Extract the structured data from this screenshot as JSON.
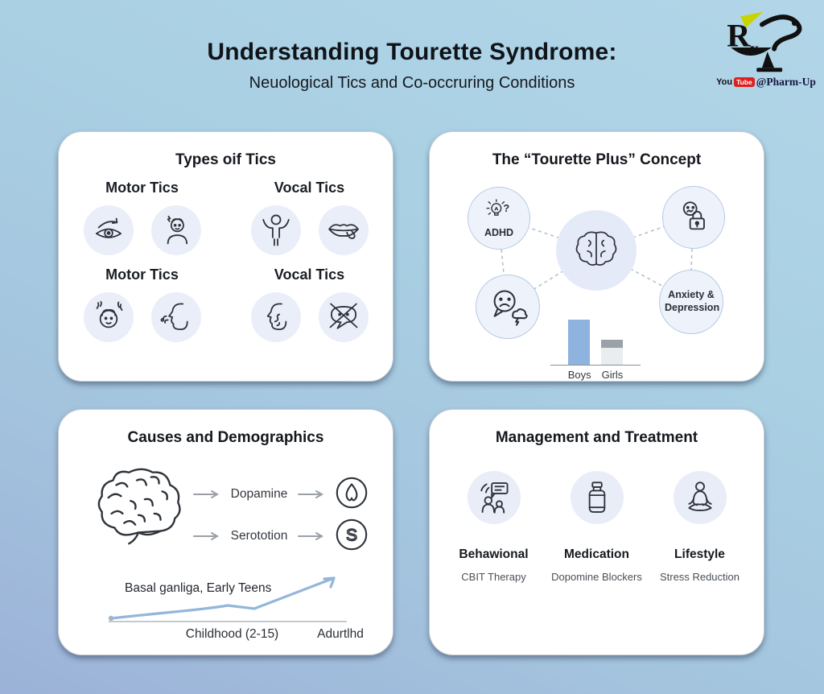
{
  "header": {
    "title": "Understanding Tourette Syndrome:",
    "subtitle": "Neuological Tics and Co-occruring Conditions"
  },
  "logo": {
    "you": "You",
    "tube": "Tube",
    "handle": "@Pharm-Up"
  },
  "panels": {
    "types": {
      "title": "Types oif Tics",
      "row1": {
        "motor_label": "Motor Tics",
        "vocal_label": "Vocal Tics"
      },
      "row2": {
        "motor_label": "Motor Tics",
        "vocal_label": "Vocal Tics"
      },
      "icons": [
        "eye-blink",
        "head-jerk",
        "arms-raised",
        "tongue-out",
        "head-shake",
        "sniffing",
        "throat-sound",
        "no-speech"
      ]
    },
    "plus": {
      "title": "The “Tourette Plus” Concept",
      "adhd_label": "ADHD",
      "question_glyph": "?",
      "anxiety_label": "Anxiety & Depression",
      "chart": {
        "boys_label": "Boys",
        "girls_label": "Girls"
      }
    },
    "causes": {
      "title": "Causes and Demographics",
      "neuro1": "Dopamine",
      "neuro2": "Serototion",
      "s_glyph": "S",
      "annotation": "Basal ganliga, Early Teens",
      "x_label1": "Childhood (2-15)",
      "x_label2": "Adurtlhd"
    },
    "management": {
      "title": "Management and Treatment",
      "items": [
        {
          "label": "Behawional",
          "sub": "CBIT Therapy"
        },
        {
          "label": "Medication",
          "sub": "Dopomine Blockers"
        },
        {
          "label": "Lifestyle",
          "sub": "Stress Reduction"
        }
      ]
    }
  },
  "chart_data": [
    {
      "type": "bar",
      "categories": [
        "Boys",
        "Girls"
      ],
      "values": [
        56,
        31
      ],
      "series_note": "relative prevalence bar heights (px, unlabeled axis)",
      "colors": [
        "#8fb3df",
        "#e9edef"
      ],
      "girls_cap_color": "#9aa1a8",
      "legend_position": "below"
    },
    {
      "type": "line",
      "x": [
        "Childhood (2-15)",
        "Adurtlhd"
      ],
      "points_relative": [
        [
          0.0,
          0.07
        ],
        [
          0.5,
          0.33
        ],
        [
          0.62,
          0.27
        ],
        [
          1.0,
          0.93
        ]
      ],
      "annotation": "Basal ganliga, Early Teens",
      "line_color": "#93b6da",
      "arrow_end": true
    }
  ],
  "colors": {
    "background_top": "#b2d6e8",
    "background_bottom": "#9cb2d8",
    "panel": "#ffffff",
    "icon_circle": "#e9eef9",
    "node_border": "#b7c9e3",
    "boys_bar": "#8fb3df",
    "youtube_red": "#df1f1f",
    "logo_accent": "#c8d400"
  }
}
